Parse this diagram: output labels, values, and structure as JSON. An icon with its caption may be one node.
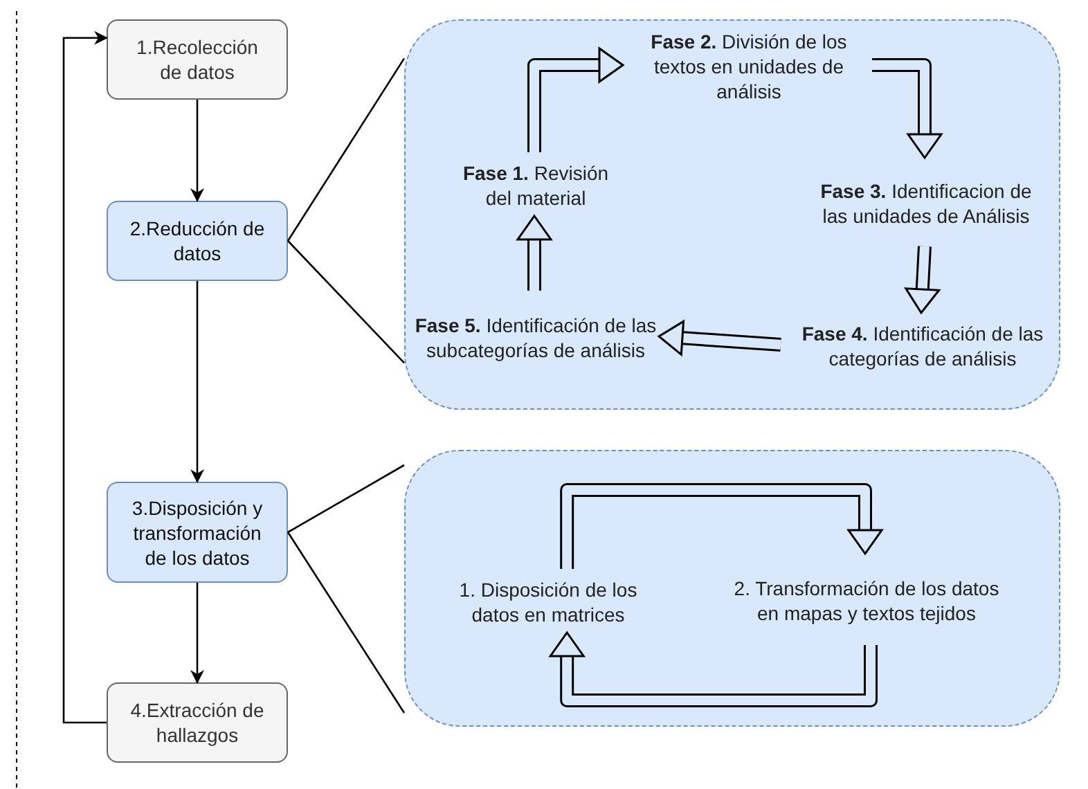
{
  "diagram": {
    "nodes": [
      {
        "text": [
          "1.Recolección de datos"
        ]
      },
      {
        "text": [
          "2.Reducción de datos"
        ]
      },
      {
        "text": [
          "3.Disposición y transformación de los datos"
        ]
      },
      {
        "text": [
          "4.Extracción de hallazgos"
        ]
      },
      {
        "text": [],
        "shape": "box"
      },
      {
        "text": [
          "**Fase 1.** Revisión del material"
        ],
        "in": 4
      },
      {
        "text": [
          "**Fase 2.** División de los textos en unidades de análisis"
        ],
        "in": 4
      },
      {
        "text": [
          "**Fase 3.** Identificacion de las unidades de Análisis"
        ],
        "in": 4
      },
      {
        "text": [
          "**Fase 4.** Identificación de las categorías de análisis"
        ],
        "in": 4
      },
      {
        "text": [
          "**Fase 5.** Identificación de las subcategorías de análisis"
        ],
        "in": 4
      },
      {
        "text": [],
        "shape": "box"
      },
      {
        "text": [
          "1. Disposición de los datos en matrices"
        ],
        "in": 10
      },
      {
        "text": [
          "2. Transformación de los datos en mapas y textos tejidos"
        ],
        "in": 10
      }
    ],
    "edges": [
      {
        "from": 0,
        "to": 1,
        "arrow": "to"
      },
      {
        "from": 1,
        "to": 2,
        "arrow": "to"
      },
      {
        "from": 2,
        "to": 3,
        "arrow": "to"
      },
      {
        "from": 3,
        "to": 0,
        "arrow": "to"
      },
      {
        "from": 1,
        "to": 4,
        "arrow": "none"
      },
      {
        "from": 1,
        "to": 4,
        "arrow": "none"
      },
      {
        "from": 2,
        "to": 10,
        "arrow": "none"
      },
      {
        "from": 2,
        "to": 10,
        "arrow": "none"
      },
      {
        "from": 5,
        "to": 6,
        "arrow": "to",
        "style": "thick"
      },
      {
        "from": 6,
        "to": 7,
        "arrow": "to",
        "style": "thick"
      },
      {
        "from": 7,
        "to": 8,
        "arrow": "to",
        "style": "thick"
      },
      {
        "from": 8,
        "to": 9,
        "arrow": "to",
        "style": "thick"
      },
      {
        "from": 9,
        "to": 5,
        "arrow": "to",
        "style": "thick"
      },
      {
        "from": 11,
        "to": 12,
        "arrow": "to",
        "style": "thick"
      },
      {
        "from": 12,
        "to": 11,
        "arrow": "to",
        "style": "thick"
      }
    ]
  }
}
